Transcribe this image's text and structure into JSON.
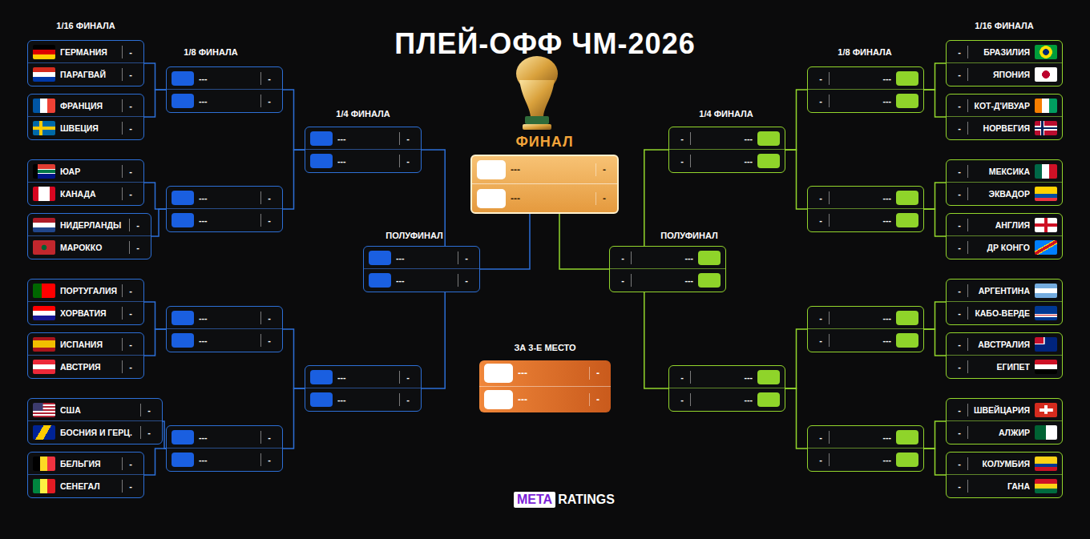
{
  "diagram": {
    "title": "ПЛЕЙ-ОФФ ЧМ-2026",
    "nodes": [
      {
        "text": [
          "ГЕРМАНИЯ",
          "-",
          "ПАРАГВАЙ",
          "-"
        ]
      },
      {
        "text": [
          "ФРАНЦИЯ",
          "-",
          "ШВЕЦИЯ",
          "-"
        ]
      },
      {
        "text": [
          "ЮАР",
          "-",
          "КАНАДА",
          "-"
        ]
      },
      {
        "text": [
          "НИДЕРЛАНДЫ",
          "-",
          "МАРОККО",
          "-"
        ]
      },
      {
        "text": [
          "ПОРТУГАЛИЯ",
          "-",
          "ХОРВАТИЯ",
          "-"
        ]
      },
      {
        "text": [
          "ИСПАНИЯ",
          "-",
          "АВСТРИЯ",
          "-"
        ]
      },
      {
        "text": [
          "США",
          "-",
          "БОСНИЯ И ГЕРЦ.",
          "-"
        ]
      },
      {
        "text": [
          "БЕЛЬГИЯ",
          "-",
          "СЕНЕГАЛ",
          "-"
        ]
      },
      {
        "text": [
          "---",
          "-",
          "---",
          "-"
        ]
      },
      {
        "text": [
          "---",
          "-",
          "---",
          "-"
        ]
      },
      {
        "text": [
          "---",
          "-",
          "---",
          "-"
        ]
      },
      {
        "text": [
          "---",
          "-",
          "---",
          "-"
        ]
      },
      {
        "text": [
          "---",
          "-",
          "---",
          "-"
        ]
      },
      {
        "text": [
          "---",
          "-",
          "---",
          "-"
        ]
      },
      {
        "text": [
          "---",
          "-",
          "---",
          "-"
        ]
      },
      {
        "text": [
          "ФИНАЛ",
          "---",
          "-",
          "---",
          "-"
        ]
      },
      {
        "text": [
          "ЗА 3-Е МЕСТО",
          "---",
          "-",
          "---",
          "-"
        ]
      },
      {
        "text": [
          "-",
          "---",
          "-",
          "---"
        ]
      },
      {
        "text": [
          "-",
          "---",
          "-",
          "---"
        ]
      },
      {
        "text": [
          "-",
          "---",
          "-",
          "---"
        ]
      },
      {
        "text": [
          "-",
          "---",
          "-",
          "---"
        ]
      },
      {
        "text": [
          "-",
          "---",
          "-",
          "---"
        ]
      },
      {
        "text": [
          "-",
          "---",
          "-",
          "---"
        ]
      },
      {
        "text": [
          "-",
          "---",
          "-",
          "---"
        ]
      },
      {
        "text": [
          "-",
          "БРАЗИЛИЯ",
          "-",
          "ЯПОНИЯ"
        ]
      },
      {
        "text": [
          "-",
          "КОТ-Д'ИВУАР",
          "-",
          "НОРВЕГИЯ"
        ]
      },
      {
        "text": [
          "-",
          "МЕКСИКА",
          "-",
          "ЭКВАДОР"
        ]
      },
      {
        "text": [
          "-",
          "АНГЛИЯ",
          "-",
          "ДР КОНГО"
        ]
      },
      {
        "text": [
          "-",
          "АРГЕНТИНА",
          "-",
          "КАБО-ВЕРДЕ"
        ]
      },
      {
        "text": [
          "-",
          "АВСТРАЛИЯ",
          "-",
          "ЕГИПЕТ"
        ]
      },
      {
        "text": [
          "-",
          "ШВЕЙЦАРИЯ",
          "-",
          "АЛЖИР"
        ]
      },
      {
        "text": [
          "-",
          "КОЛУМБИЯ",
          "-",
          "ГАНА"
        ]
      }
    ],
    "edges": [
      {
        "from": 0,
        "to": 8,
        "arrow": "none"
      },
      {
        "from": 1,
        "to": 8,
        "arrow": "none"
      },
      {
        "from": 2,
        "to": 9,
        "arrow": "none"
      },
      {
        "from": 3,
        "to": 9,
        "arrow": "none"
      },
      {
        "from": 4,
        "to": 10,
        "arrow": "none"
      },
      {
        "from": 5,
        "to": 10,
        "arrow": "none"
      },
      {
        "from": 6,
        "to": 11,
        "arrow": "none"
      },
      {
        "from": 7,
        "to": 11,
        "arrow": "none"
      },
      {
        "from": 8,
        "to": 12,
        "arrow": "none"
      },
      {
        "from": 9,
        "to": 12,
        "arrow": "none"
      },
      {
        "from": 10,
        "to": 13,
        "arrow": "none"
      },
      {
        "from": 11,
        "to": 13,
        "arrow": "none"
      },
      {
        "from": 12,
        "to": 14,
        "arrow": "none"
      },
      {
        "from": 13,
        "to": 14,
        "arrow": "none"
      },
      {
        "from": 14,
        "to": 15,
        "arrow": "none"
      },
      {
        "from": 24,
        "to": 20,
        "arrow": "none"
      },
      {
        "from": 25,
        "to": 20,
        "arrow": "none"
      },
      {
        "from": 26,
        "to": 21,
        "arrow": "none"
      },
      {
        "from": 27,
        "to": 21,
        "arrow": "none"
      },
      {
        "from": 28,
        "to": 22,
        "arrow": "none"
      },
      {
        "from": 29,
        "to": 22,
        "arrow": "none"
      },
      {
        "from": 30,
        "to": 23,
        "arrow": "none"
      },
      {
        "from": 31,
        "to": 23,
        "arrow": "none"
      },
      {
        "from": 20,
        "to": 18,
        "arrow": "none"
      },
      {
        "from": 21,
        "to": 18,
        "arrow": "none"
      },
      {
        "from": 22,
        "to": 19,
        "arrow": "none"
      },
      {
        "from": 23,
        "to": 19,
        "arrow": "none"
      },
      {
        "from": 18,
        "to": 17,
        "arrow": "none"
      },
      {
        "from": 19,
        "to": 17,
        "arrow": "none"
      },
      {
        "from": 17,
        "to": 15,
        "arrow": "none"
      }
    ],
    "labels": [
      "1/16 ФИНАЛА",
      "1/8 ФИНАЛА",
      "1/4 ФИНАЛА",
      "ПОЛУФИНАЛ",
      "1/16 ФИНАЛА",
      "1/8 ФИНАЛА",
      "1/4 ФИНАЛА",
      "ПОЛУФИНАЛ",
      "META",
      "RATINGS"
    ]
  }
}
